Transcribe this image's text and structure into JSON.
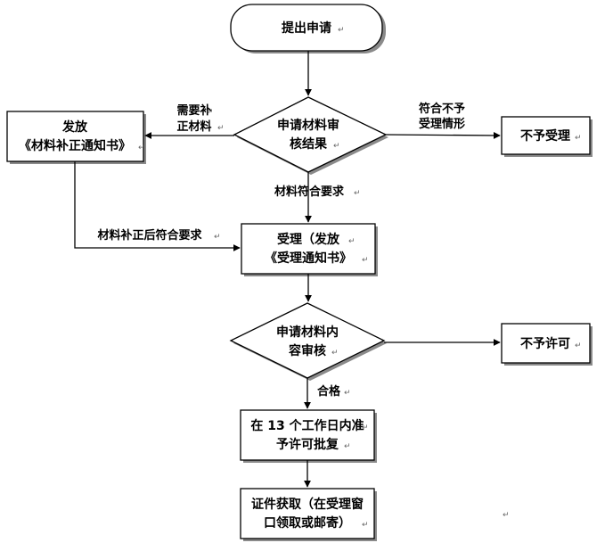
{
  "nodes": {
    "start": [
      "提出申请"
    ],
    "review_materials": [
      "申请材料审",
      "核结果"
    ],
    "issue_correction_notice": [
      "发放",
      "《材料补正通知书》"
    ],
    "not_accepted": [
      "不予受理"
    ],
    "accept": [
      "受理（发放",
      "《受理通知书》"
    ],
    "content_review": [
      "申请材料内",
      "容审核"
    ],
    "not_permitted": [
      "不予许可"
    ],
    "approve": [
      "在 13 个工作日内准",
      "予许可批复"
    ],
    "obtain_certificate": [
      "证件获取（在受理窗",
      "口领取或邮寄）"
    ]
  },
  "edges": {
    "needs_correction": [
      "需要补",
      "正材料"
    ],
    "meets_rejection_criteria": [
      "符合不予",
      "受理情形"
    ],
    "materials_ok": [
      "材料符合要求"
    ],
    "corrected_ok": [
      "材料补正后符合要求"
    ],
    "qualified": [
      "合格"
    ]
  },
  "paragraph_mark": "↵",
  "colors": {
    "stroke": "#000000",
    "shadow": "#8a8a8a",
    "background": "#ffffff"
  }
}
